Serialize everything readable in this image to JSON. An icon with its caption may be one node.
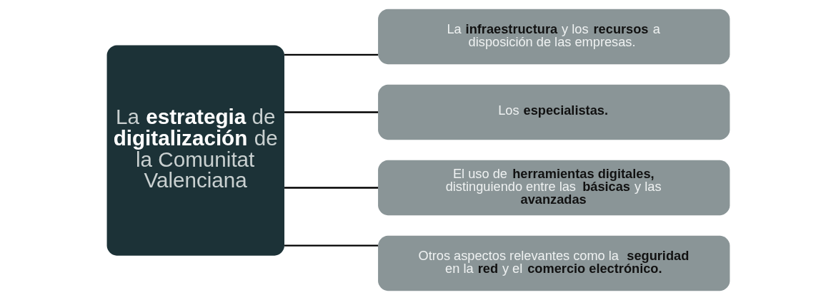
{
  "diagram": {
    "nodes": [
      {
        "text": [
          "La **estrategia** de **digitalización** de la Comunitat Valenciana"
        ]
      },
      {
        "text": [
          "La **infraestructura** y los **recursos** a disposición de las empresas."
        ]
      },
      {
        "text": [
          "Los **especialistas.**"
        ]
      },
      {
        "text": [
          "El uso de **herramientas digitales,** distinguiendo entre las **básicas** y las **avanzadas**"
        ]
      },
      {
        "text": [
          "Otros aspectos relevantes como la **seguridad** en la **red** y el **comercio electrónico.**"
        ]
      }
    ],
    "edges": [
      {
        "from": 0,
        "to": 1,
        "arrow": "none"
      },
      {
        "from": 0,
        "to": 2,
        "arrow": "none"
      },
      {
        "from": 0,
        "to": 3,
        "arrow": "none"
      },
      {
        "from": 0,
        "to": 4,
        "arrow": "none"
      }
    ]
  }
}
